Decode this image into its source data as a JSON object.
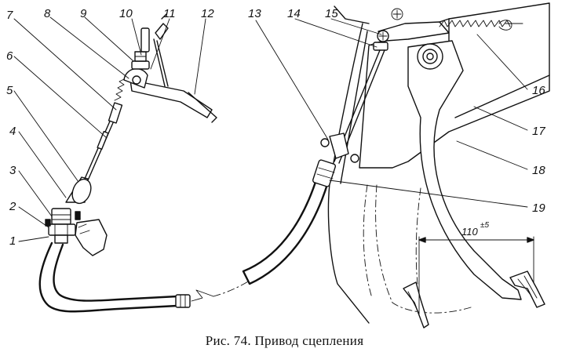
{
  "figure": {
    "caption": "Рис. 74. Привод сцепления",
    "dimension": {
      "value": "110",
      "tolerance": "±5"
    },
    "callouts": [
      {
        "id": "1",
        "text": "1"
      },
      {
        "id": "2",
        "text": "2"
      },
      {
        "id": "3",
        "text": "3"
      },
      {
        "id": "4",
        "text": "4"
      },
      {
        "id": "5",
        "text": "5"
      },
      {
        "id": "6",
        "text": "6"
      },
      {
        "id": "7",
        "text": "7"
      },
      {
        "id": "8",
        "text": "8"
      },
      {
        "id": "9",
        "text": "9"
      },
      {
        "id": "10",
        "text": "10"
      },
      {
        "id": "11",
        "text": "11"
      },
      {
        "id": "12",
        "text": "12"
      },
      {
        "id": "13",
        "text": "13"
      },
      {
        "id": "14",
        "text": "14"
      },
      {
        "id": "15",
        "text": "15"
      },
      {
        "id": "16",
        "text": "16"
      },
      {
        "id": "17",
        "text": "17"
      },
      {
        "id": "18",
        "text": "18"
      },
      {
        "id": "19",
        "text": "19"
      }
    ]
  }
}
